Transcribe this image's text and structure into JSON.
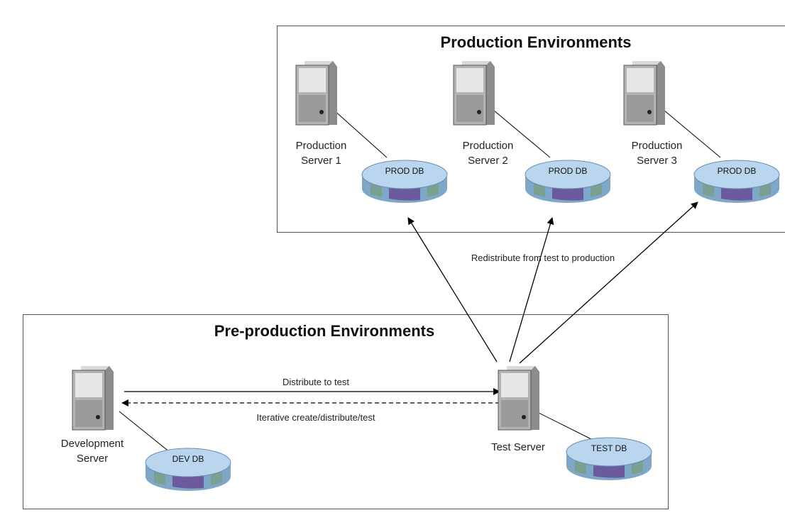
{
  "production": {
    "title": "Production Environments",
    "servers": [
      {
        "label_line1": "Production",
        "label_line2": "Server 1",
        "db": "PROD DB"
      },
      {
        "label_line1": "Production",
        "label_line2": "Server 2",
        "db": "PROD DB"
      },
      {
        "label_line1": "Production",
        "label_line2": "Server 3",
        "db": "PROD DB"
      }
    ]
  },
  "preproduction": {
    "title": "Pre-production Environments",
    "dev": {
      "label_line1": "Development",
      "label_line2": "Server",
      "db": "DEV DB"
    },
    "test": {
      "label": "Test Server",
      "db": "TEST DB"
    }
  },
  "connections": {
    "redistribute": "Redistribute from test to production",
    "distribute": "Distribute to test",
    "iterative": "Iterative create/distribute/test"
  },
  "icons": {
    "server": "server-tower-icon",
    "database": "database-disk-icon"
  }
}
